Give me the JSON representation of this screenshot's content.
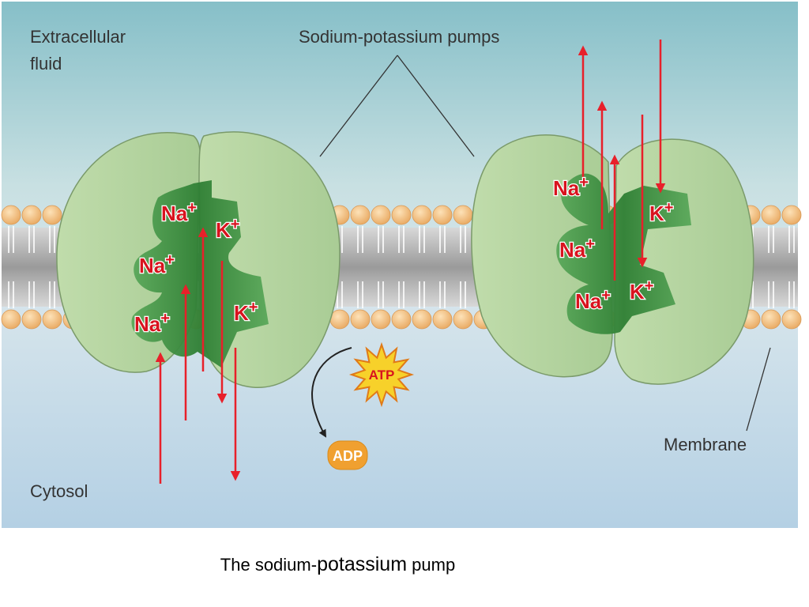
{
  "labels": {
    "extracellular_line1": "Extracellular",
    "extracellular_line2": "fluid",
    "pumps": "Sodium-potassium pumps",
    "cytosol": "Cytosol",
    "membrane": "Membrane",
    "atp": "ATP",
    "adp": "ADP"
  },
  "ions": {
    "na": "Na",
    "k": "K",
    "plus": "+"
  },
  "caption": {
    "part1": "The sodium-",
    "part2": "potassium",
    "part3": " pump"
  },
  "colors": {
    "extracellular": "#8ec4cc",
    "cytosol": "#b8d4e6",
    "protein": "#b5d3a0",
    "channel": "#3c8d3c",
    "lipid_head": "#f2c088",
    "arrow": "#e8202a",
    "atp_star": "#f7d12a",
    "adp": "#f0a030"
  }
}
